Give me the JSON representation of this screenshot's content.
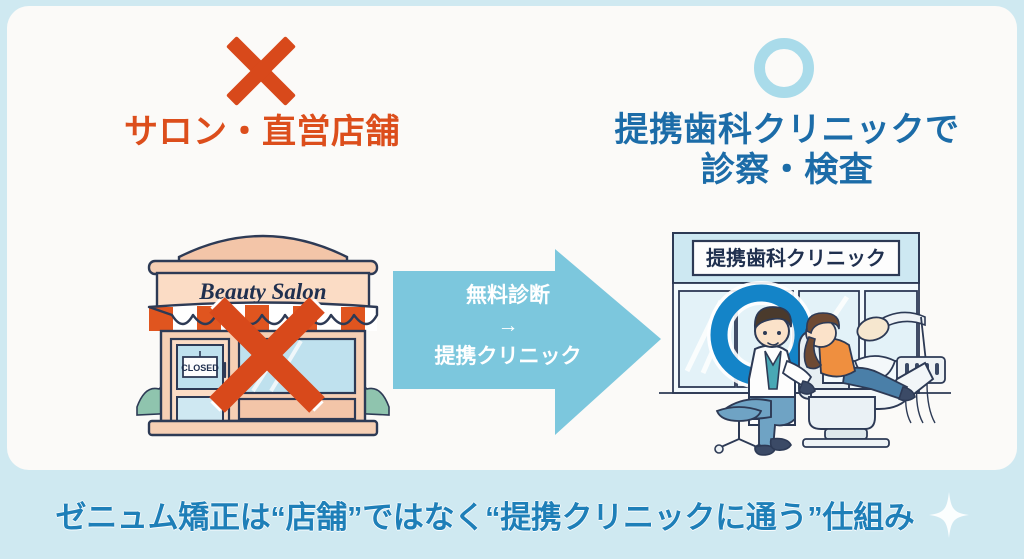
{
  "theme": {
    "page_bg": "#cfe9f1",
    "card_bg": "#fbfaf8",
    "orange": "#dc4e1c",
    "x_mark_color": "#d8491b",
    "o_mark_color": "#a9dbea",
    "blue_heading": "#1c6ca8",
    "arrow_fill": "#7cc7dd",
    "banner_text_color": "#1e7fb8",
    "clinic_ring_blue": "#1484c8"
  },
  "left_panel": {
    "mark": "x-mark",
    "heading": "サロン・直営店舗",
    "illustration": {
      "name": "beauty-salon-storefront",
      "sign_text": "Beauty Salon",
      "door_sign_text": "CLOSED",
      "overlay_mark": "x-mark",
      "facade_color": "#f6cfb4",
      "awning_stripe_color": "#e0551f",
      "window_color": "#bfe1ee"
    }
  },
  "arrow": {
    "label": "無料診断\n→\n提携クリニック",
    "line1": "無料診断",
    "line2": "→",
    "line3": "提携クリニック"
  },
  "right_panel": {
    "mark": "o-mark",
    "heading": "提携歯科クリニックで\n診察・検査",
    "heading_line1": "提携歯科クリニックで",
    "heading_line2": "診察・検査",
    "illustration": {
      "name": "partner-dental-clinic",
      "sign_text": "提携歯科クリニック",
      "ring_mark": "o-mark",
      "figures": [
        "dentist",
        "patient"
      ],
      "equipment": [
        "dental-chair",
        "dental-light",
        "spit-basin",
        "instrument-tray",
        "stool"
      ]
    }
  },
  "banner": {
    "text": "ゼニュム矯正は“店舗”ではなく“提携クリニックに通う”仕組み",
    "decoration": "sparkle-icon"
  }
}
